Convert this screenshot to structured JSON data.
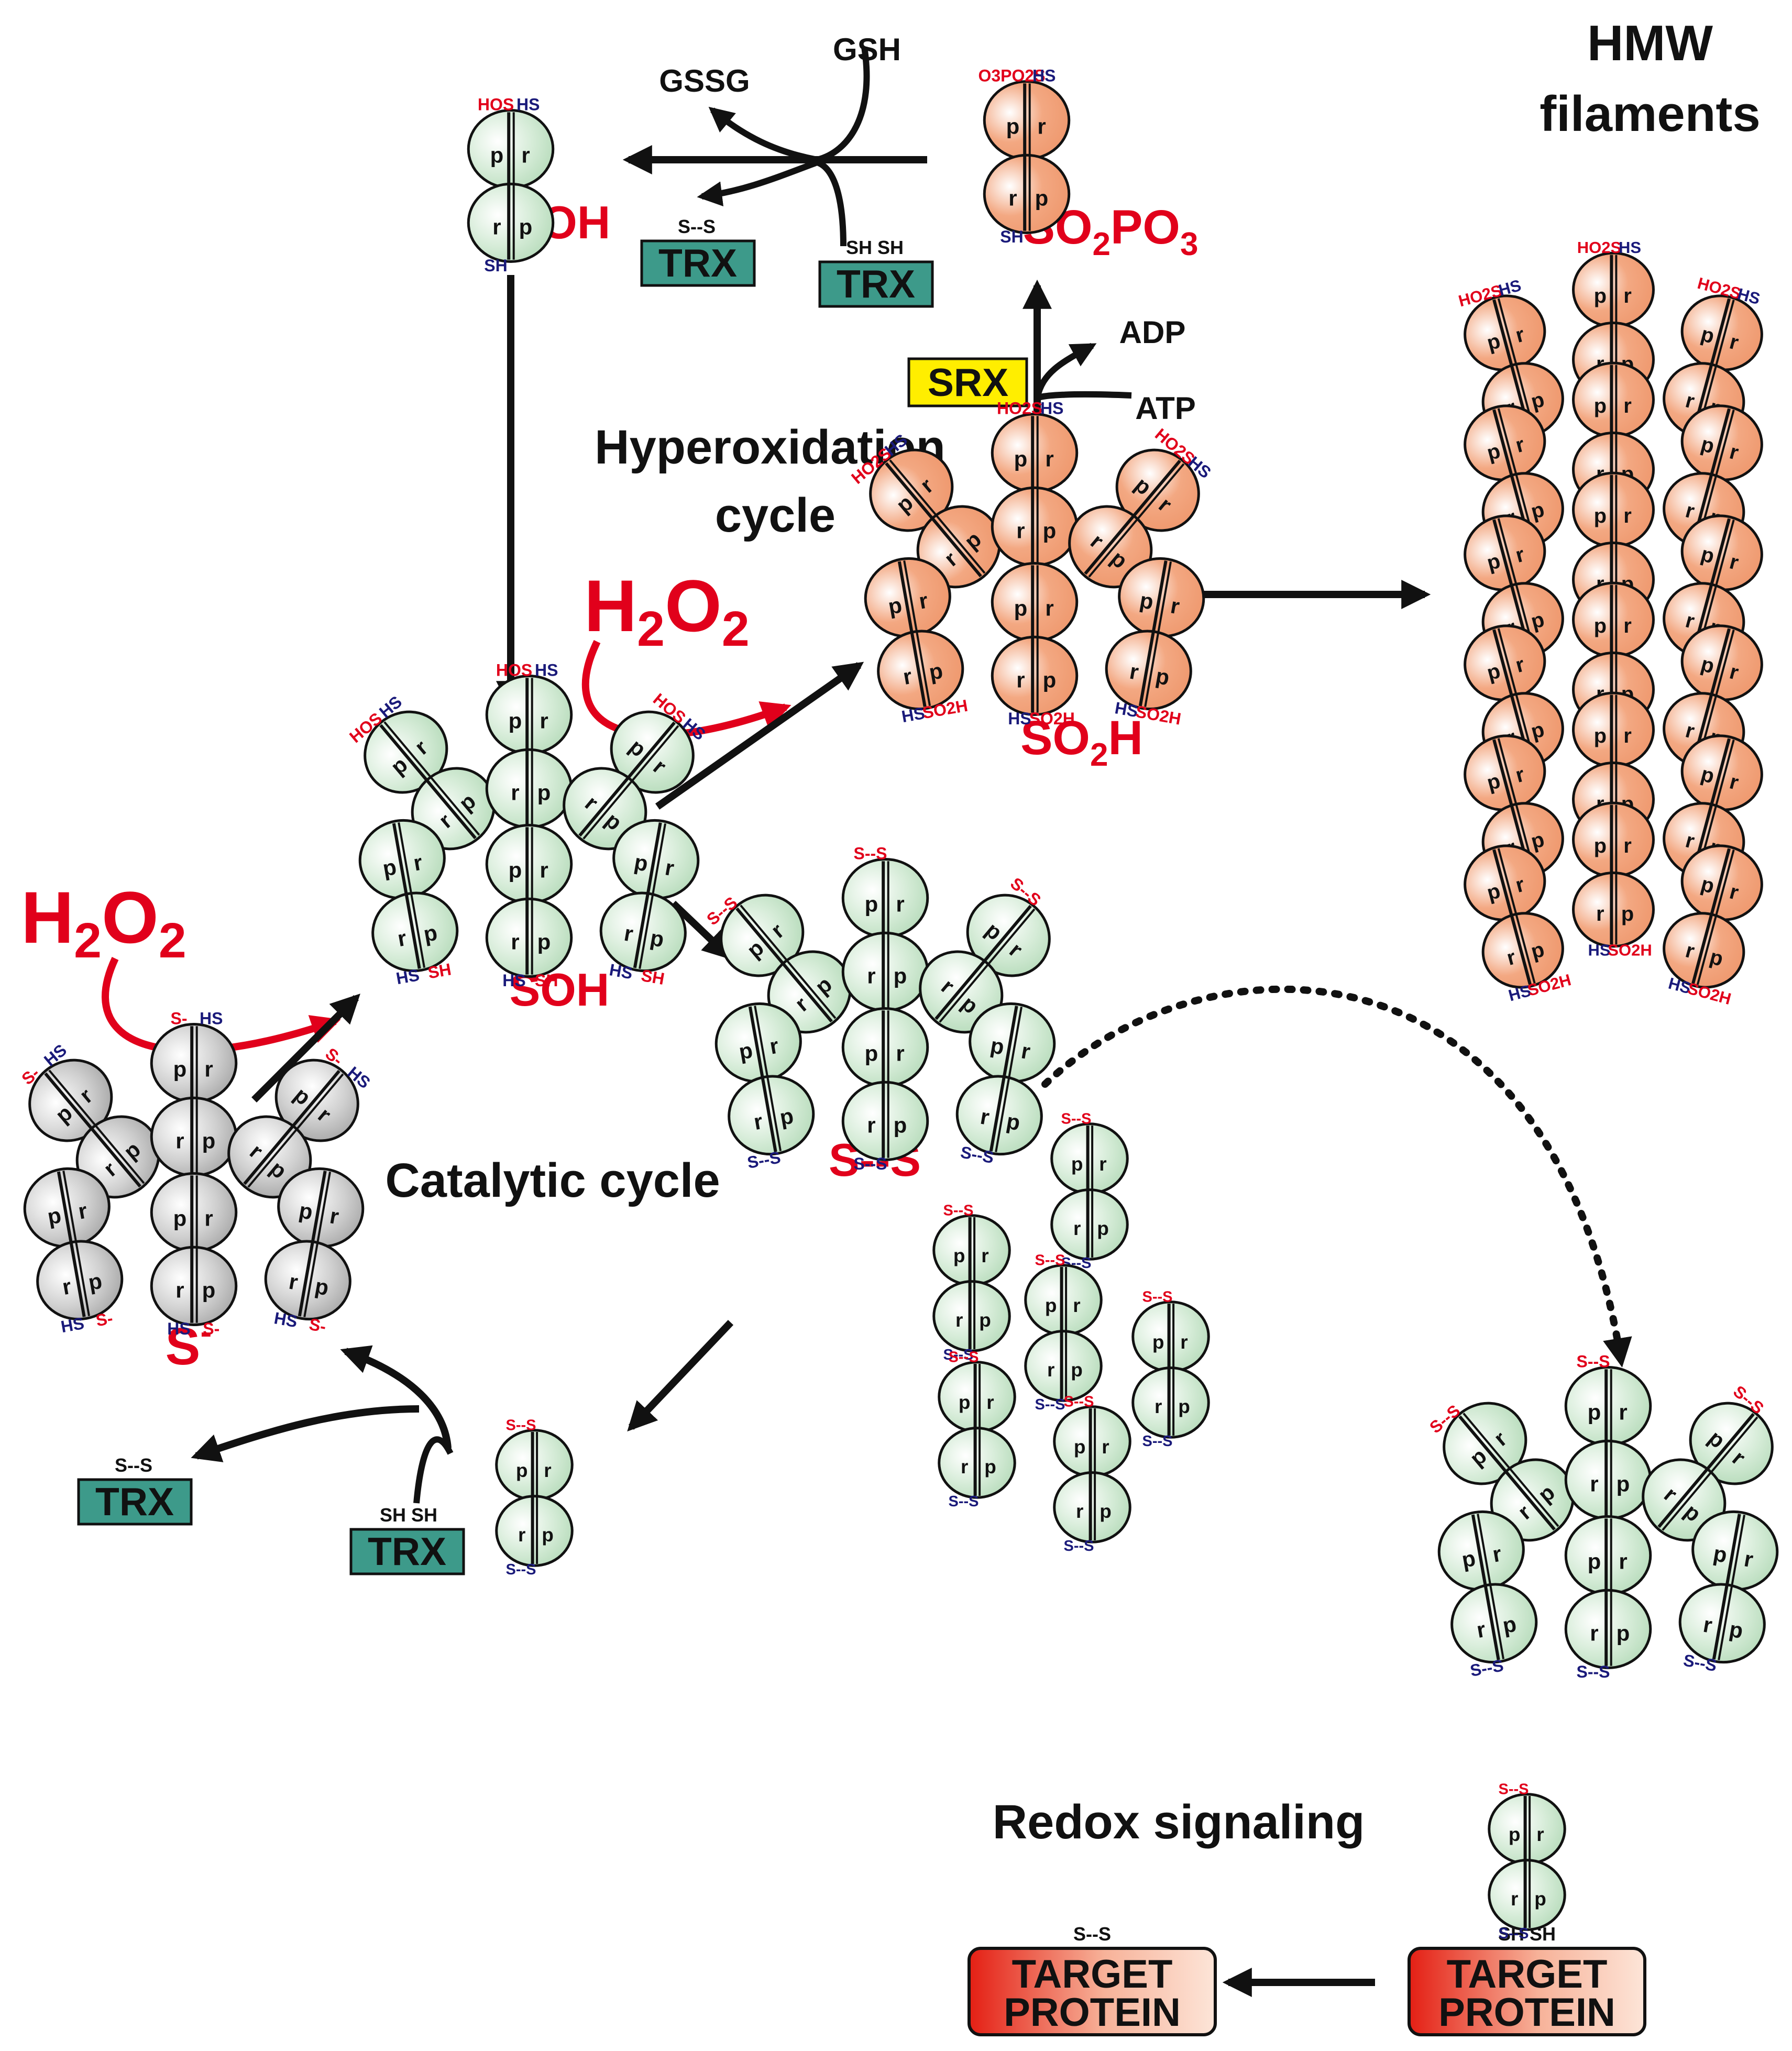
{
  "labels": {
    "hmw_line1": "HMW",
    "hmw_line2": "filaments",
    "hyperoxidation_line1": "Hyperoxidation",
    "hyperoxidation_line2": "cycle",
    "catalytic_cycle": "Catalytic cycle",
    "redox_signaling": "Redox signaling",
    "h2o2": "H2O2",
    "h2o2_main": "H",
    "h2o2_sub": "2",
    "h2o2_o": "O",
    "gsh": "GSH",
    "gssg": "GSSG",
    "adp": "ADP",
    "atp": "ATP"
  },
  "boxes": {
    "trx": "TRX",
    "srx": "SRX",
    "target_line1": "TARGET",
    "target_line2": "PROTEIN",
    "trx_oxidized_tag": "S--S",
    "trx_reduced_tag": "SH    SH"
  },
  "species": {
    "soh": "SOH",
    "so2h": "SO2H",
    "so2h_main": "SO",
    "so2h_sub": "2",
    "so2h_tail": "H",
    "so2po3_main": "SO",
    "so2po3_sub": "2",
    "so2po3_mid": "PO",
    "so2po3_sub2": "3",
    "ss": "S--S",
    "thiolate": "S",
    "thiolate_charge": "-"
  },
  "residues": {
    "hos": "HOS",
    "hs": "HS",
    "sh": "SH",
    "ho2s": "HO2S",
    "so2h_small": "SO2H",
    "o3po2s": "O3PO2S",
    "ss": "S--S",
    "s_minus": "S-"
  },
  "subunit": {
    "p": "p",
    "r": "r"
  },
  "colors": {
    "reduced_fill": "#d4ebd6",
    "hyperoxidized_fill": "#f3a882",
    "thiolate_fill": "#c9c9c9",
    "trx_fill": "#3d9a8a",
    "srx_fill": "#ffee00",
    "target_fill": "#e8281c",
    "red_text": "#e1001b",
    "blue_text": "#1a1a7a",
    "arrow": "#111111"
  }
}
